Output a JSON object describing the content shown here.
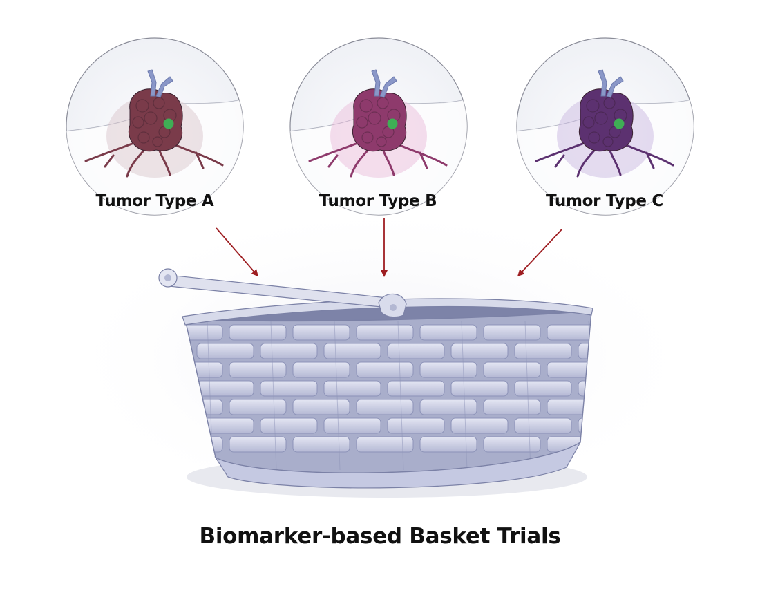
{
  "circles": [
    {
      "label": "Tumor Type A",
      "tumor_color": "#7a3b4a",
      "glow_color": "#d8c0c8"
    },
    {
      "label": "Tumor Type B",
      "tumor_color": "#8e3a6c",
      "glow_color": "#e8b6d6"
    },
    {
      "label": "Tumor Type C",
      "tumor_color": "#5c3170",
      "glow_color": "#c6b2de"
    }
  ],
  "caption": "Biomarker-based Basket Trials",
  "colors": {
    "arrow": "#9e1e22",
    "marker": "#3fae55",
    "receptor": "#8a97c8",
    "basket": "#c5c9e2",
    "basket_shadow": "#8d93b8"
  }
}
